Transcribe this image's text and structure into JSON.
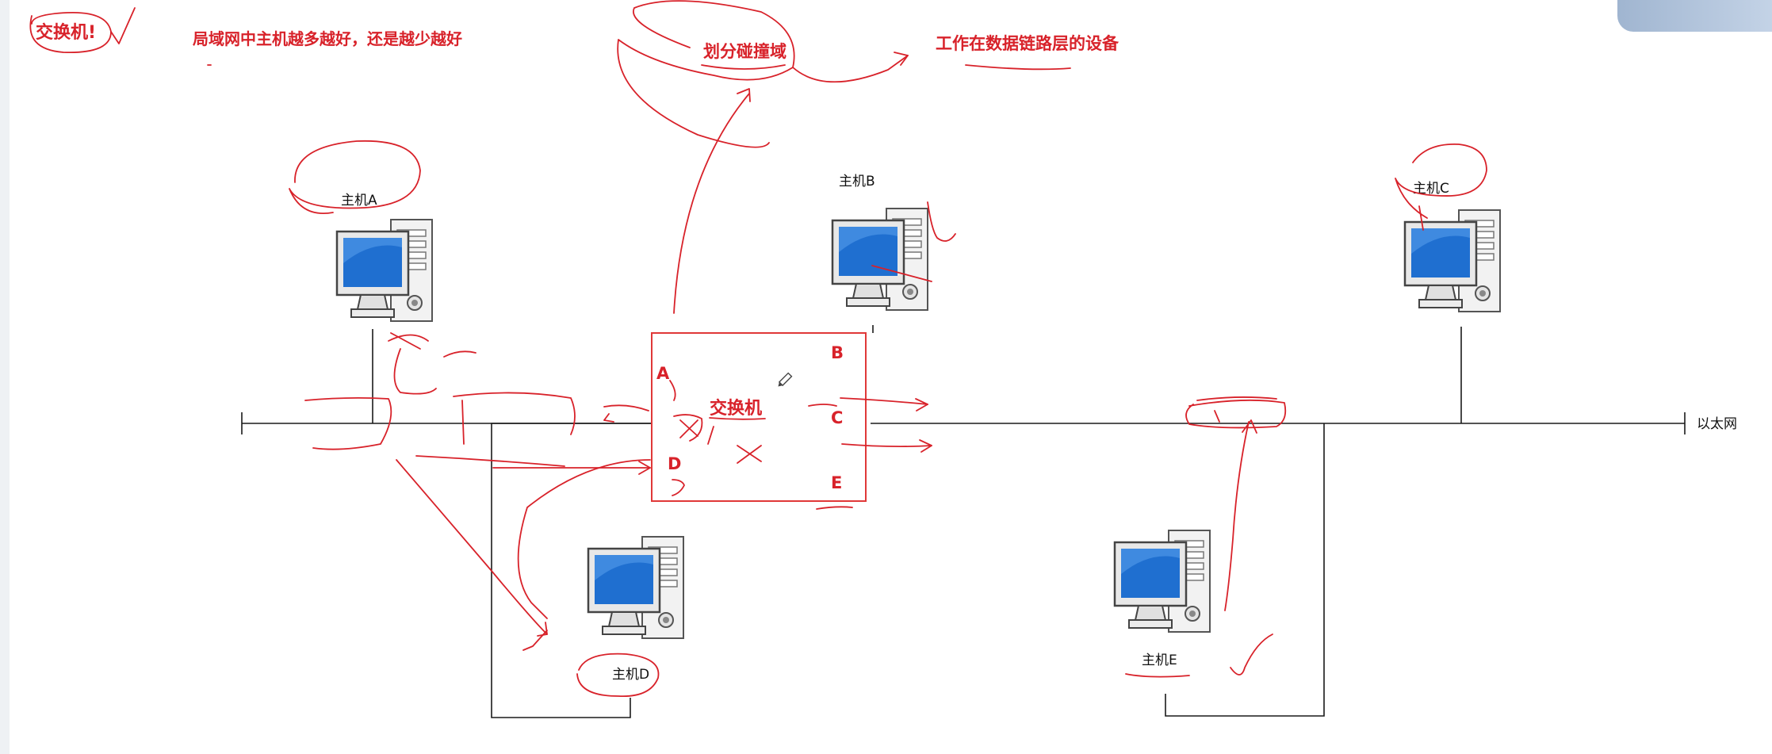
{
  "annotations": {
    "title_switch": "交换机!",
    "question": "局域网中主机越多越好，还是越少越好",
    "divide_collision": "划分碰撞域",
    "layer_device": "工作在数据链路层的设备"
  },
  "hosts": {
    "a": "主机A",
    "b": "主机B",
    "c": "主机C",
    "d": "主机D",
    "e": "主机E"
  },
  "switch": {
    "label": "交换机",
    "ports": {
      "a": "A",
      "b": "B",
      "c": "C",
      "d": "D",
      "e": "E"
    }
  },
  "network_label": "以太网",
  "colors": {
    "ink": "#d8222a",
    "screen": "#1f6fd0",
    "wire": "#1a1a1a"
  },
  "icons": [
    "computer-icon",
    "pencil-icon",
    "checkmark-icon"
  ]
}
